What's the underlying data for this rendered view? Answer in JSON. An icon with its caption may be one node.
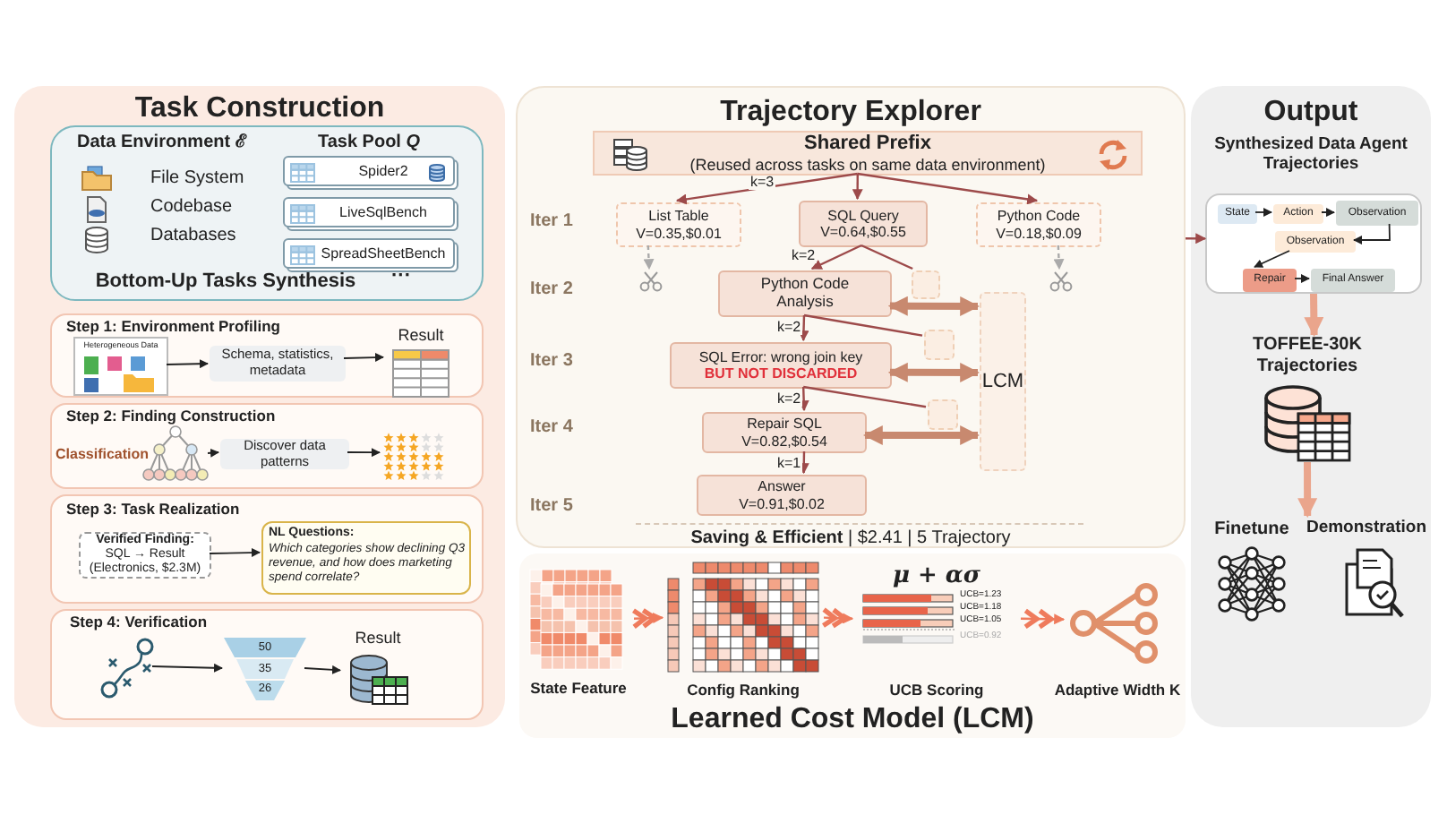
{
  "diagram": {
    "nodes": [
      {
        "text": [
          "Task Construction"
        ]
      },
      {
        "text": [
          "Data Environment ℰ",
          "File System",
          "Codebase",
          "Databases",
          "Task Pool *Q*",
          "Bottom-Up Tasks Synthesis",
          "···"
        ],
        "in": 0
      },
      {
        "text": [
          "Spider2"
        ],
        "in": 1
      },
      {
        "text": [
          "LiveSqlBench"
        ],
        "in": 1
      },
      {
        "text": [
          "SpreadSheetBench"
        ],
        "in": 1
      },
      {
        "text": [
          "Step 1: Environment Profiling"
        ],
        "in": 0
      },
      {
        "text": [
          "Heterogeneous Data"
        ],
        "in": 5
      },
      {
        "text": [
          "Schema, statistics, metadata"
        ],
        "in": 5
      },
      {
        "text": [
          "Result"
        ],
        "in": 5
      },
      {
        "text": [
          "Step 2: Finding Construction"
        ],
        "in": 0
      },
      {
        "text": [],
        "shape": "picture",
        "in": 9,
        "beside": [
          "Classification"
        ]
      },
      {
        "text": [
          "Discover data patterns"
        ],
        "in": 9
      },
      {
        "text": [],
        "shape": "picture",
        "in": 9
      },
      {
        "text": [
          "Step 3: Task Realization"
        ],
        "in": 0
      },
      {
        "text": [
          "Verified Finding:",
          "SQL → Result",
          "(Electronics, $2.3M)"
        ],
        "in": 13
      },
      {
        "text": [
          "NL Questions:",
          "Which categories show declining Q3 revenue, and how does marketing spend correlate?"
        ],
        "in": 13
      },
      {
        "text": [
          "Step 4: Verification"
        ],
        "in": 0
      },
      {
        "text": [],
        "shape": "picture",
        "in": 16
      },
      {
        "text": [
          "50",
          "35",
          "26"
        ],
        "in": 16
      },
      {
        "text": [
          "Result"
        ],
        "in": 16
      },
      {
        "text": [
          "Trajectory Explorer",
          "**Saving & Efficient** | $2.41 | 5 Trajectory"
        ]
      },
      {
        "text": [
          "Shared Prefix",
          "(Reused across tasks on same data environment)"
        ],
        "in": 20
      },
      {
        "text": [
          "List Table",
          "V=0.35,$0.01"
        ],
        "in": 20
      },
      {
        "text": [
          "SQL Query",
          "V=0.64,$0.55"
        ],
        "in": 20
      },
      {
        "text": [
          "Python Code",
          "V=0.18,$0.09"
        ],
        "in": 20
      },
      {
        "text": [],
        "shape": "picture",
        "in": 20
      },
      {
        "text": [],
        "shape": "picture",
        "in": 20
      },
      {
        "text": [
          "Python Code Analysis"
        ],
        "in": 20
      },
      {
        "text": [],
        "shape": "box",
        "in": 20
      },
      {
        "text": [
          "SQL Error: wrong join key",
          "BUT NOT DISCARDED"
        ],
        "in": 20
      },
      {
        "text": [],
        "shape": "box",
        "in": 20
      },
      {
        "text": [
          "Repair SQL",
          "V=0.82,$0.54"
        ],
        "in": 20
      },
      {
        "text": [],
        "shape": "box",
        "in": 20
      },
      {
        "text": [
          "Answer",
          "V=0.91,$0.02"
        ],
        "in": 20
      },
      {
        "text": [
          "LCM"
        ],
        "in": 20
      },
      {
        "text": [
          "Learned Cost Model (LCM)"
        ]
      },
      {
        "text": [
          "State Feature"
        ],
        "in": 35
      },
      {
        "text": [
          "Config Ranking"
        ],
        "in": 35
      },
      {
        "text": [
          "μ + ασ",
          "UCB=1.23",
          "UCB=1.18",
          "UCB=1.05",
          "UCB=0.92",
          "UCB Scoring"
        ],
        "in": 35
      },
      {
        "text": [
          "Adaptive Width K"
        ],
        "in": 35
      },
      {
        "text": [
          "Output",
          "Synthesized Data Agent Trajectories"
        ]
      },
      {
        "text": [],
        "shape": "box",
        "in": 40
      },
      {
        "text": [
          "State"
        ],
        "in": 41
      },
      {
        "text": [
          "Action"
        ],
        "in": 41
      },
      {
        "text": [
          "Observation"
        ],
        "in": 41
      },
      {
        "text": [
          "Observation"
        ],
        "in": 41
      },
      {
        "text": [
          "Repair"
        ],
        "in": 41
      },
      {
        "text": [
          "Final Answer"
        ],
        "in": 41
      },
      {
        "text": [
          "TOFFEE-30K Trajectories"
        ],
        "in": 40
      },
      {
        "text": [
          "Finetune"
        ],
        "in": 40
      },
      {
        "text": [
          "Demonstration"
        ],
        "in": 40
      }
    ],
    "edges": [
      {
        "from": 6,
        "to": 7,
        "arrow": "to"
      },
      {
        "from": 7,
        "to": 8,
        "arrow": "to"
      },
      {
        "from": 10,
        "to": 11,
        "arrow": "to"
      },
      {
        "from": 11,
        "to": 12,
        "arrow": "to"
      },
      {
        "from": 14,
        "to": 15,
        "arrow": "to"
      },
      {
        "from": 17,
        "to": 18,
        "arrow": "to"
      },
      {
        "from": 18,
        "to": 19,
        "arrow": "to"
      },
      {
        "from": 21,
        "to": 22,
        "arrow": "to",
        "label": "k=3",
        "color": "#9d4a4a"
      },
      {
        "from": 21,
        "to": 23,
        "arrow": "to",
        "color": "#9d4a4a"
      },
      {
        "from": 21,
        "to": 24,
        "arrow": "to",
        "color": "#9d4a4a"
      },
      {
        "from": 22,
        "to": 25,
        "arrow": "to",
        "style": "dashed",
        "color": "#aaaaaa"
      },
      {
        "from": 24,
        "to": 26,
        "arrow": "to",
        "style": "dashed",
        "color": "#aaaaaa"
      },
      {
        "from": 23,
        "to": 27,
        "arrow": "to",
        "label": "k=2",
        "color": "#9d4a4a"
      },
      {
        "from": 23,
        "to": 28,
        "arrow": "none",
        "color": "#9d4a4a"
      },
      {
        "from": 27,
        "to": 29,
        "arrow": "to",
        "label": "k=2",
        "color": "#9d4a4a"
      },
      {
        "from": 27,
        "to": 30,
        "arrow": "none",
        "color": "#9d4a4a"
      },
      {
        "from": 29,
        "to": 31,
        "arrow": "to",
        "label": "k=2",
        "color": "#9d4a4a"
      },
      {
        "from": 29,
        "to": 32,
        "arrow": "none",
        "color": "#9d4a4a"
      },
      {
        "from": 31,
        "to": 33,
        "arrow": "to",
        "label": "k=1",
        "color": "#9d4a4a"
      },
      {
        "from": 27,
        "to": 34,
        "arrow": "both",
        "style": "thick",
        "color": "#c8896f"
      },
      {
        "from": 29,
        "to": 34,
        "arrow": "both",
        "style": "thick",
        "color": "#c8896f"
      },
      {
        "from": 31,
        "to": 34,
        "arrow": "both",
        "style": "thick",
        "color": "#c8896f"
      },
      {
        "from": 20,
        "to": 41,
        "arrow": "to",
        "color": "#9d4a4a"
      },
      {
        "from": 36,
        "to": 37,
        "arrow": "to",
        "color": "#ef7b5c"
      },
      {
        "from": 37,
        "to": 38,
        "arrow": "to",
        "color": "#ef7b5c"
      },
      {
        "from": 38,
        "to": 39,
        "arrow": "to",
        "color": "#ef7b5c"
      },
      {
        "from": 42,
        "to": 43,
        "arrow": "to"
      },
      {
        "from": 43,
        "to": 44,
        "arrow": "to"
      },
      {
        "from": 44,
        "to": 45,
        "arrow": "to"
      },
      {
        "from": 45,
        "to": 46,
        "arrow": "to"
      },
      {
        "from": 46,
        "to": 47,
        "arrow": "to"
      },
      {
        "from": 41,
        "to": 48,
        "arrow": "to",
        "style": "thick",
        "color": "#eaa58c"
      },
      {
        "from": 48,
        "to": 50,
        "arrow": "to",
        "style": "thick",
        "color": "#eaa58c"
      }
    ],
    "labels": [
      "Iter 1",
      "Iter 2",
      "Iter 3",
      "Iter 4",
      "Iter 5"
    ]
  }
}
